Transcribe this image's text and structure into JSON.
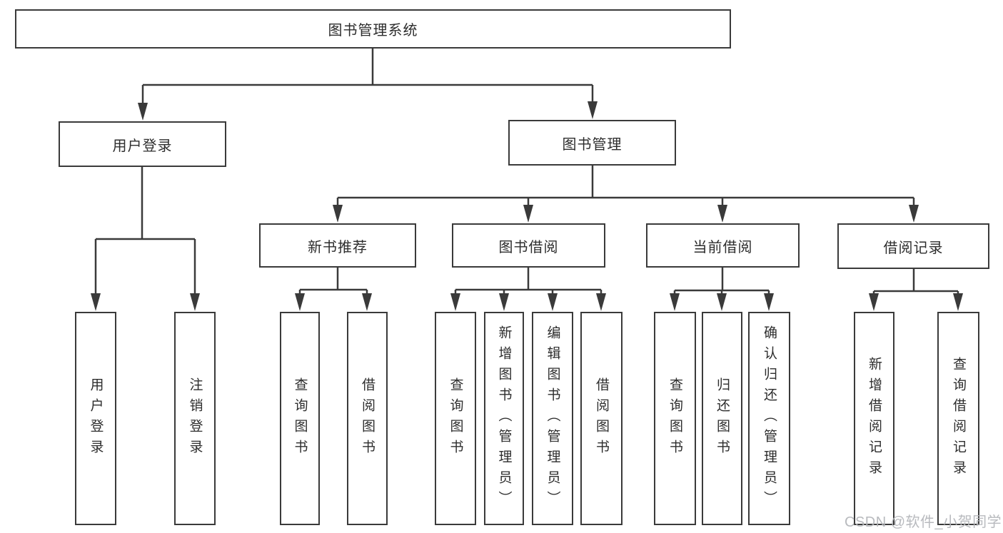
{
  "colors": {
    "line": "#3a3a3a",
    "text": "#2d2d2d",
    "box_background": "#ffffff",
    "watermark": "#b4b6ba"
  },
  "watermark": {
    "text": "CSDN @软件_小贺同学"
  },
  "tree": {
    "root": {
      "label": "图书管理系统",
      "children": [
        {
          "label": "用户登录",
          "children": [
            {
              "label": "用户登录"
            },
            {
              "label": "注销登录"
            }
          ]
        },
        {
          "label": "图书管理",
          "children": [
            {
              "label": "新书推荐",
              "children": [
                {
                  "label": "查询图书"
                },
                {
                  "label": "借阅图书"
                }
              ]
            },
            {
              "label": "图书借阅",
              "children": [
                {
                  "label": "查询图书"
                },
                {
                  "label": "新增图书（管理员）"
                },
                {
                  "label": "编辑图书（管理员）"
                },
                {
                  "label": "借阅图书"
                }
              ]
            },
            {
              "label": "当前借阅",
              "children": [
                {
                  "label": "查询图书"
                },
                {
                  "label": "归还图书"
                },
                {
                  "label": "确认归还（管理员）"
                }
              ]
            },
            {
              "label": "借阅记录",
              "children": [
                {
                  "label": "新增借阅记录"
                },
                {
                  "label": "查询借阅记录"
                }
              ]
            }
          ]
        }
      ]
    }
  }
}
